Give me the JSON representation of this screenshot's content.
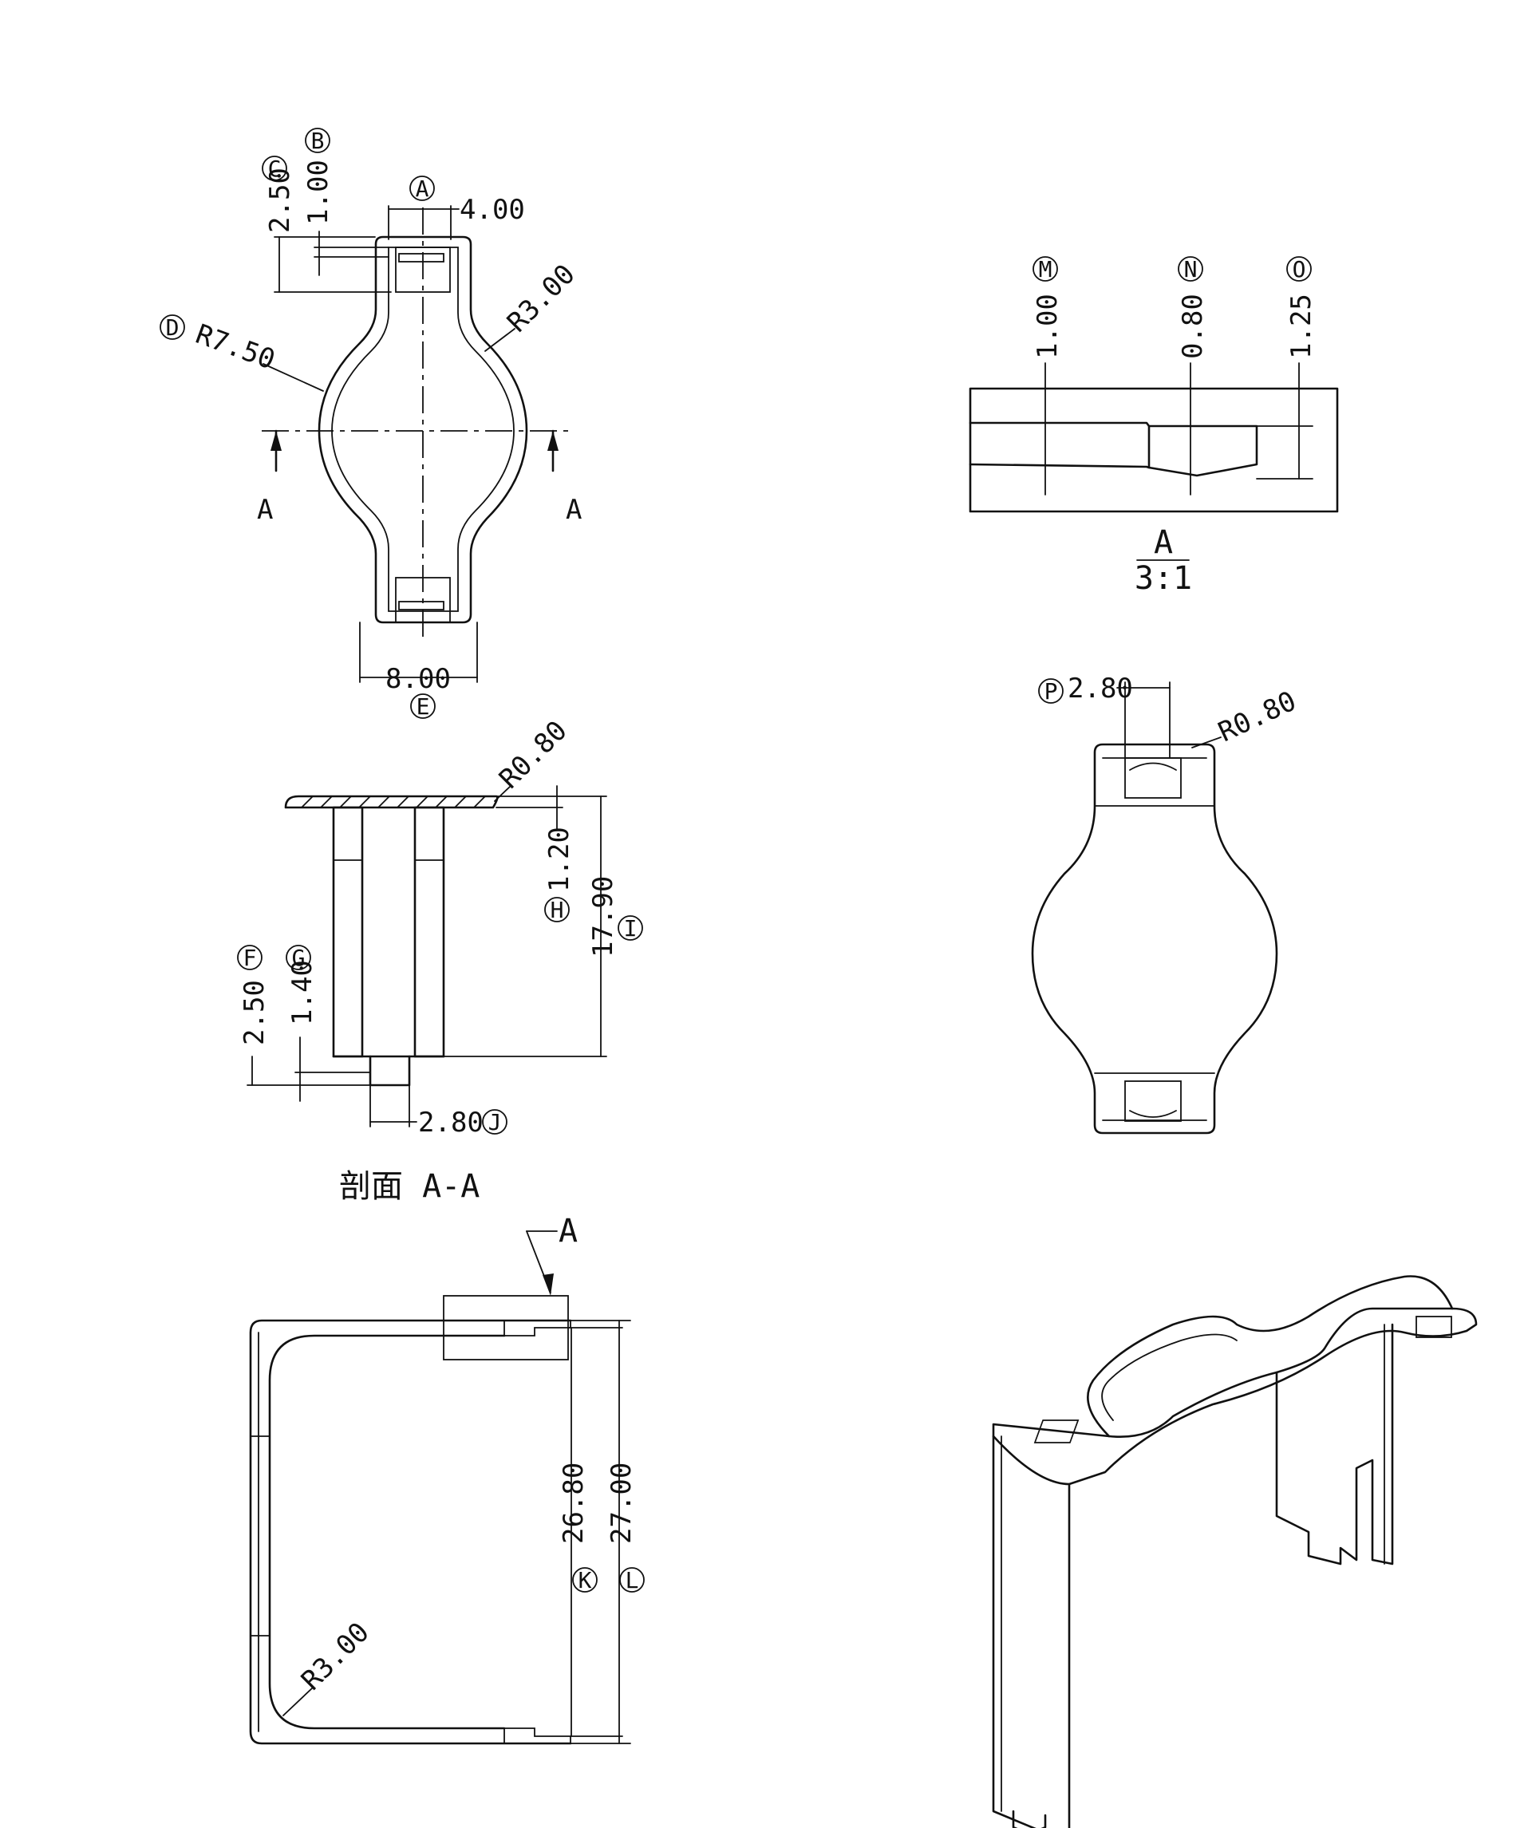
{
  "top_view": {
    "dims": {
      "a_value": "4.00",
      "b_value": "1.00",
      "c_value": "2.50",
      "d_value": "R7.50",
      "r_value": "R3.00",
      "e_value": "8.00"
    },
    "labels": {
      "a": "A",
      "b": "B",
      "c": "C",
      "d": "D",
      "e": "E"
    },
    "section_marks": {
      "left": "A",
      "right": "A"
    }
  },
  "detail_view": {
    "dims": {
      "m_value": "1.00",
      "n_value": "0.80",
      "o_value": "1.25"
    },
    "labels": {
      "m": "M",
      "n": "N",
      "o": "O"
    },
    "detail_name": "A",
    "scale": "3:1"
  },
  "section_view": {
    "dims": {
      "r_value": "R0.80",
      "h_value": "1.20",
      "i_value": "17.90",
      "f_value": "2.50",
      "g_value": "1.40",
      "j_value": "2.80"
    },
    "labels": {
      "f": "F",
      "g": "G",
      "h": "H",
      "i": "I",
      "j": "J"
    },
    "caption": "剖面 A-A"
  },
  "bottom_view": {
    "dims": {
      "p_value": "2.80",
      "r_value": "R0.80"
    },
    "labels": {
      "p": "P"
    }
  },
  "side_view": {
    "detail_callout": "A",
    "dims": {
      "k_value": "26.80",
      "l_value": "27.00",
      "r_value": "R3.00"
    },
    "labels": {
      "k": "K",
      "l": "L"
    }
  },
  "iso_view": {}
}
